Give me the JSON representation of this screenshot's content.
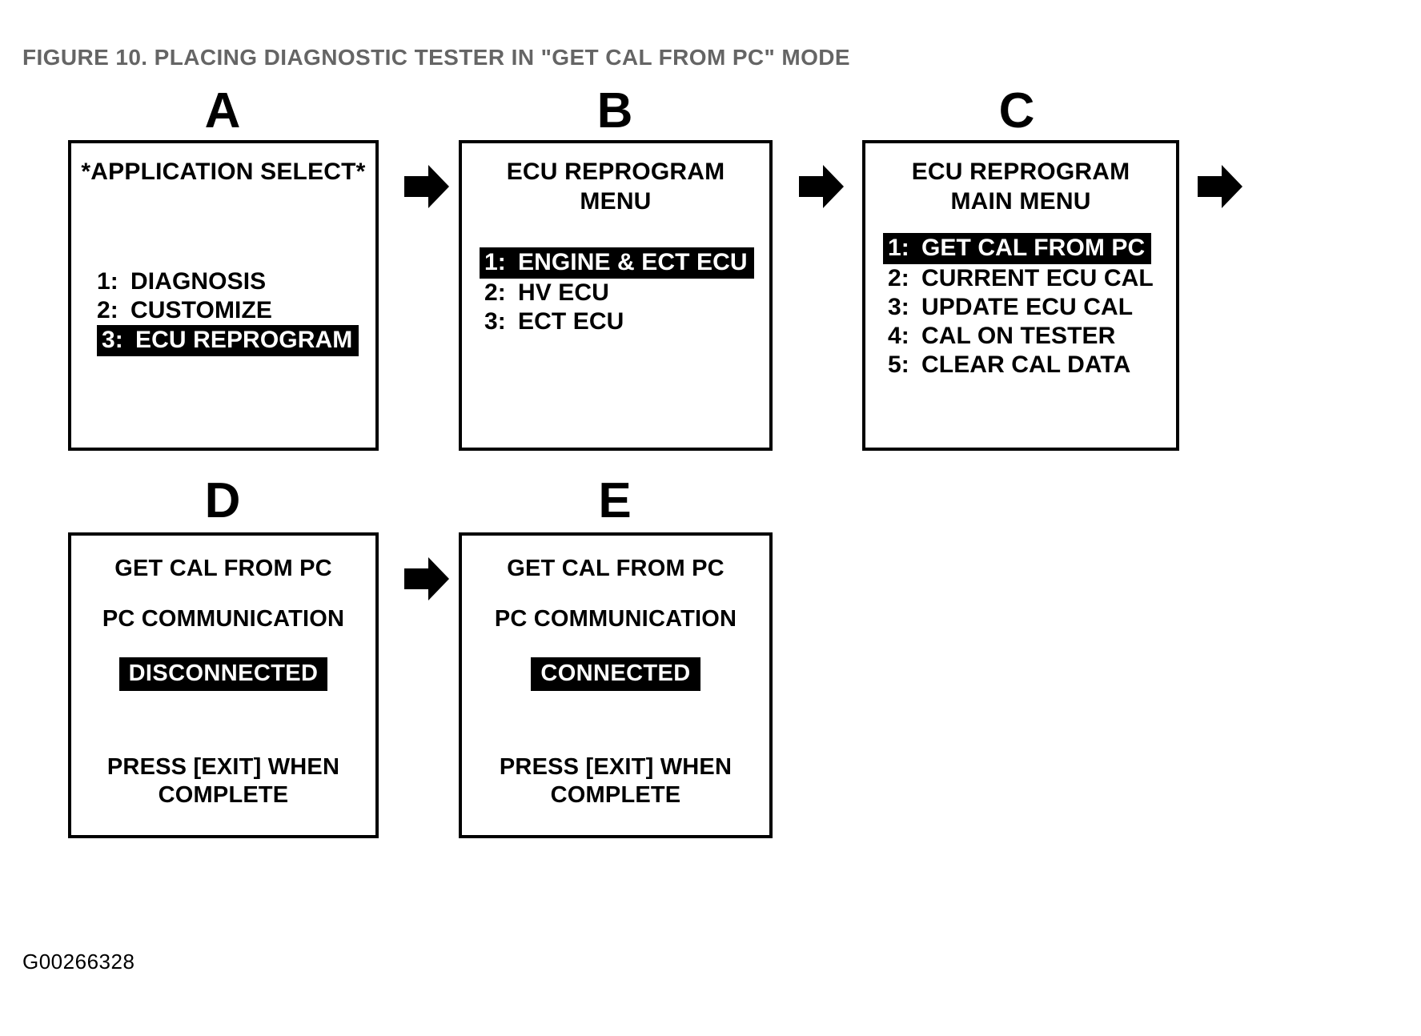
{
  "figure": {
    "title": "FIGURE 10.  PLACING DIAGNOSTIC TESTER IN \"GET CAL FROM PC\" MODE",
    "code": "G00266328"
  },
  "colors": {
    "ink": "#000000",
    "paper": "#ffffff",
    "highlight_bg": "#000000",
    "highlight_fg": "#ffffff",
    "title_ink": "#2a2a2a"
  },
  "panels": [
    {
      "letter": "A",
      "title_lines": [
        "*APPLICATION SELECT*"
      ],
      "items": [
        {
          "num": "1:",
          "label": "DIAGNOSIS",
          "selected": false
        },
        {
          "num": "2:",
          "label": "CUSTOMIZE",
          "selected": false
        },
        {
          "num": "3:",
          "label": "ECU REPROGRAM",
          "selected": true
        }
      ]
    },
    {
      "letter": "B",
      "title_lines": [
        "ECU REPROGRAM",
        "MENU"
      ],
      "items": [
        {
          "num": "1:",
          "label": "ENGINE & ECT ECU",
          "selected": true
        },
        {
          "num": "2:",
          "label": "HV ECU",
          "selected": false
        },
        {
          "num": "3:",
          "label": "ECT ECU",
          "selected": false
        }
      ]
    },
    {
      "letter": "C",
      "title_lines": [
        "ECU REPROGRAM",
        "MAIN MENU"
      ],
      "items": [
        {
          "num": "1:",
          "label": "GET CAL FROM PC",
          "selected": true
        },
        {
          "num": "2:",
          "label": "CURRENT ECU CAL",
          "selected": false
        },
        {
          "num": "3:",
          "label": "UPDATE ECU CAL",
          "selected": false
        },
        {
          "num": "4:",
          "label": "CAL ON TESTER",
          "selected": false
        },
        {
          "num": "5:",
          "label": "CLEAR CAL DATA",
          "selected": false
        }
      ]
    },
    {
      "letter": "D",
      "heading": "GET CAL FROM PC",
      "subheading": "PC COMMUNICATION",
      "status": "DISCONNECTED",
      "footer_lines": [
        "PRESS [EXIT] WHEN",
        "COMPLETE"
      ]
    },
    {
      "letter": "E",
      "heading": "GET CAL FROM PC",
      "subheading": "PC COMMUNICATION",
      "status": "CONNECTED",
      "footer_lines": [
        "PRESS [EXIT] WHEN",
        "COMPLETE"
      ]
    }
  ],
  "arrows": [
    {
      "name": "arrow-a-to-b"
    },
    {
      "name": "arrow-b-to-c"
    },
    {
      "name": "arrow-c-to-d"
    },
    {
      "name": "arrow-d-to-e"
    }
  ]
}
